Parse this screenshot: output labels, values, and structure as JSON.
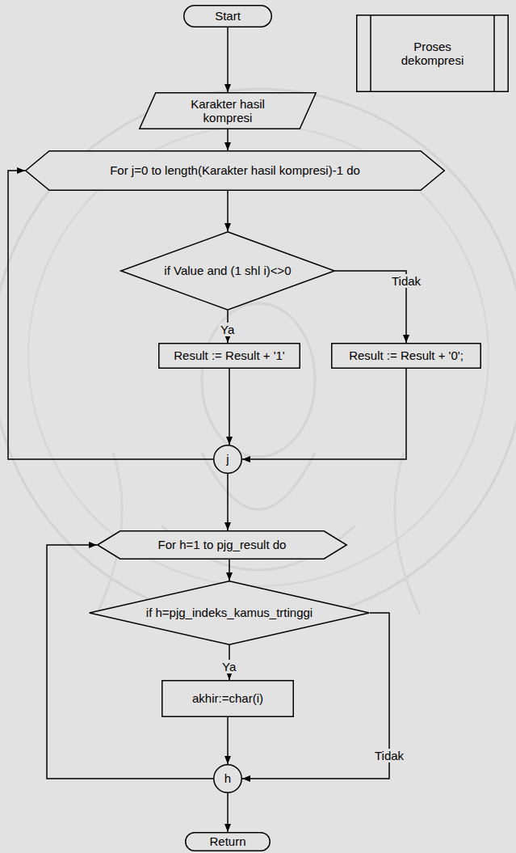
{
  "diagram": {
    "nodes": [
      {
        "text": [
          "Start"
        ]
      },
      {
        "text": [
          "Proses dekompresi"
        ]
      },
      {
        "text": [
          "Karakter hasil kompresi"
        ]
      },
      {
        "text": [
          "For j=0 to length(Karakter hasil kompresi)-1 do"
        ]
      },
      {
        "text": [
          "if Value and (1 shl i)<>0"
        ]
      },
      {
        "text": [
          "Result := Result + '1'"
        ]
      },
      {
        "text": [
          "Result := Result + '0';"
        ]
      },
      {
        "text": [
          "j"
        ]
      },
      {
        "text": [
          "For h=1 to pjg_result do"
        ]
      },
      {
        "text": [
          "if h=pjg_indeks_kamus_trtinggi"
        ]
      },
      {
        "text": [
          "akhir:=char(i)"
        ]
      },
      {
        "text": [
          "h"
        ]
      },
      {
        "text": [
          "Return"
        ]
      }
    ],
    "edges": [
      {
        "from": 0,
        "to": 2,
        "arrow": "to"
      },
      {
        "from": 2,
        "to": 3,
        "arrow": "to"
      },
      {
        "from": 3,
        "to": 4,
        "arrow": "to"
      },
      {
        "from": 4,
        "to": 5,
        "label": "Ya",
        "arrow": "to"
      },
      {
        "from": 4,
        "to": 6,
        "label": "Tidak",
        "arrow": "to"
      },
      {
        "from": 5,
        "to": 7,
        "arrow": "to"
      },
      {
        "from": 6,
        "to": 7,
        "arrow": "to"
      },
      {
        "from": 7,
        "to": 3,
        "arrow": "to"
      },
      {
        "from": 7,
        "to": 8,
        "arrow": "to"
      },
      {
        "from": 8,
        "to": 9,
        "arrow": "to"
      },
      {
        "from": 9,
        "to": 10,
        "label": "Ya",
        "arrow": "to"
      },
      {
        "from": 9,
        "to": 11,
        "label": "Tidak",
        "arrow": "to"
      },
      {
        "from": 10,
        "to": 11,
        "arrow": "to"
      },
      {
        "from": 11,
        "to": 8,
        "arrow": "to"
      },
      {
        "from": 11,
        "to": 12,
        "arrow": "to"
      }
    ]
  }
}
